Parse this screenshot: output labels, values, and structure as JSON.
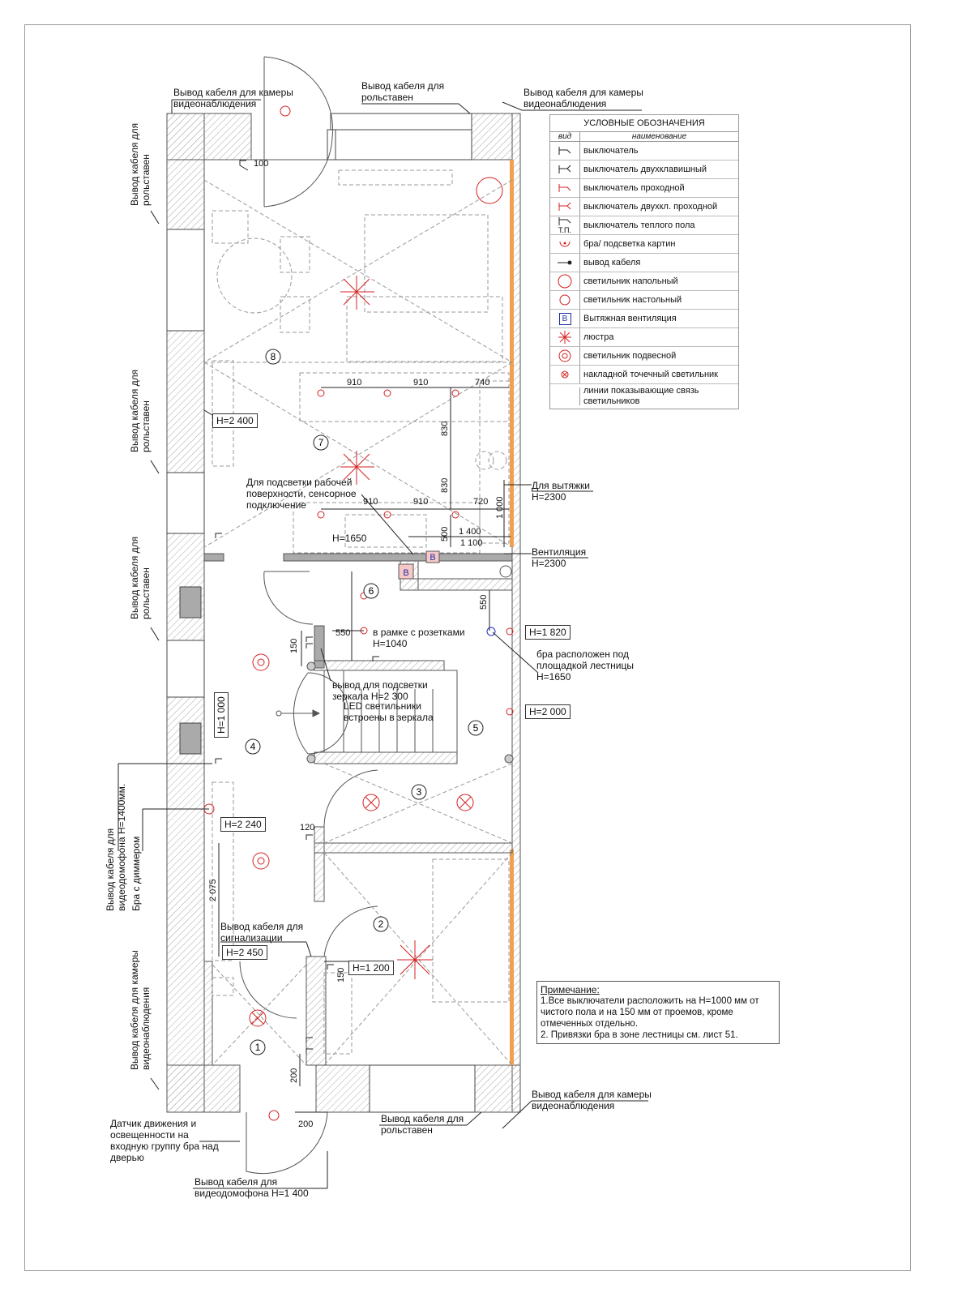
{
  "legend": {
    "title": "УСЛОВНЫЕ ОБОЗНАЧЕНИЯ",
    "col_type": "вид",
    "col_name": "наименование",
    "items": [
      {
        "icon": "switch-icon",
        "text": "выключатель"
      },
      {
        "icon": "double-switch-icon",
        "text": "выключатель двухклавишный"
      },
      {
        "icon": "pass-switch-icon",
        "text": "выключатель проходной"
      },
      {
        "icon": "double-pass-switch-icon",
        "text": "выключатель двухкл. проходной"
      },
      {
        "icon": "floor-heating-switch-icon",
        "icon_text": "Т.П.",
        "text": "выключатель теплого пола"
      },
      {
        "icon": "sconce-icon",
        "text": "бра/ подсветка картин"
      },
      {
        "icon": "cable-output-icon",
        "text": "вывод кабеля"
      },
      {
        "icon": "floor-lamp-icon",
        "text": "светильник напольный"
      },
      {
        "icon": "table-lamp-icon",
        "text": "светильник настольный"
      },
      {
        "icon": "ventilation-icon",
        "icon_text": "В",
        "text": "Вытяжная вентиляция"
      },
      {
        "icon": "chandelier-icon",
        "text": "люстра"
      },
      {
        "icon": "pendant-lamp-icon",
        "text": "светильник подвесной"
      },
      {
        "icon": "spot-light-icon",
        "text": "накладной точечный светильник"
      },
      {
        "icon": "link-line-icon",
        "text": "линии показывающие связь светильников"
      }
    ]
  },
  "note": {
    "title": "Примечание:",
    "line1": "1.Все выключатели расположить на Н=1000 мм от чистого пола и на 150 мм от проемов, кроме отмеченных отдельно.",
    "line2": "2. Привязки бра в зоне лестницы см. лист 51."
  },
  "labels": {
    "cam_top_left": [
      "Вывод кабеля для камеры",
      "видеонаблюдения"
    ],
    "shutter_top": [
      "Вывод кабеля для",
      "рольставен"
    ],
    "cam_top_right": [
      "Вывод кабеля для камеры",
      "видеонаблюдения"
    ],
    "shutter_left_1": [
      "Вывод кабеля для",
      "рольставен"
    ],
    "shutter_left_2": [
      "Вывод кабеля для",
      "рольставен"
    ],
    "shutter_left_3": [
      "Вывод кабеля для",
      "рольставен"
    ],
    "intercom_left": [
      "Вывод кабеля для",
      "видеодомофона Н=1400мм.",
      "Бра с диммером"
    ],
    "cam_left_bottom": [
      "Вывод кабеля для камеры",
      "видеонаблюдения"
    ],
    "hood": [
      "Для вытяжки",
      "Н=2300"
    ],
    "vent": [
      "Вентиляция",
      "Н=2300"
    ],
    "work_light": [
      "Для подсветки рабочей",
      "поверхности, сенсорное",
      "подключение"
    ],
    "sockets": [
      "в рамке с розетками",
      "Н=1040"
    ],
    "sconce_stairs": [
      "бра расположен под",
      "площадкой лестницы",
      "Н=1650"
    ],
    "mirror": [
      "вывод для подсветки",
      "зеркала Н=2 300"
    ],
    "led": [
      "LED светильники",
      "встроены в зеркала"
    ],
    "alarm": [
      "Вывод кабеля для",
      "сигнализации"
    ],
    "cam_bottom_right": [
      "Вывод кабеля для камеры",
      "видеонаблюдения"
    ],
    "shutter_bottom": [
      "Вывод кабеля для",
      "рольставен"
    ],
    "motion": [
      "Датчик движения и",
      "освещенности на",
      "входную группу бра над",
      "дверью"
    ],
    "intercom_bottom": [
      "Вывод кабеля для",
      "видеодомофона Н=1 400"
    ]
  },
  "height_boxes": {
    "h2400": "Н=2 400",
    "h1820": "Н=1 820",
    "h2000": "Н=2 000",
    "h1000": "Н=1 000",
    "h2240": "Н=2 240",
    "h2450": "Н=2 450",
    "h1200": "Н=1 200"
  },
  "heights_text": {
    "h1650": "Н=1650"
  },
  "dims": {
    "d100": "100",
    "d910a": "910",
    "d910b": "910",
    "d740": "740",
    "d830a": "830",
    "d830b": "830",
    "d910c": "910",
    "d910d": "910",
    "d720": "720",
    "d1000": "1 000",
    "d1400": "1 400",
    "d1100": "1 100",
    "d500": "500",
    "d550a": "550",
    "d550b": "550",
    "d150a": "150",
    "d120": "120",
    "d2075": "2 075",
    "d150b": "150",
    "d200a": "200",
    "d200b": "200"
  },
  "vent_mark": "В",
  "rooms": [
    "1",
    "2",
    "3",
    "4",
    "5",
    "6",
    "7",
    "8"
  ],
  "colors": {
    "red": "#d42020",
    "wall": "#888888",
    "accent": "#f0a050",
    "vent_fill": "#f6c8c8"
  }
}
